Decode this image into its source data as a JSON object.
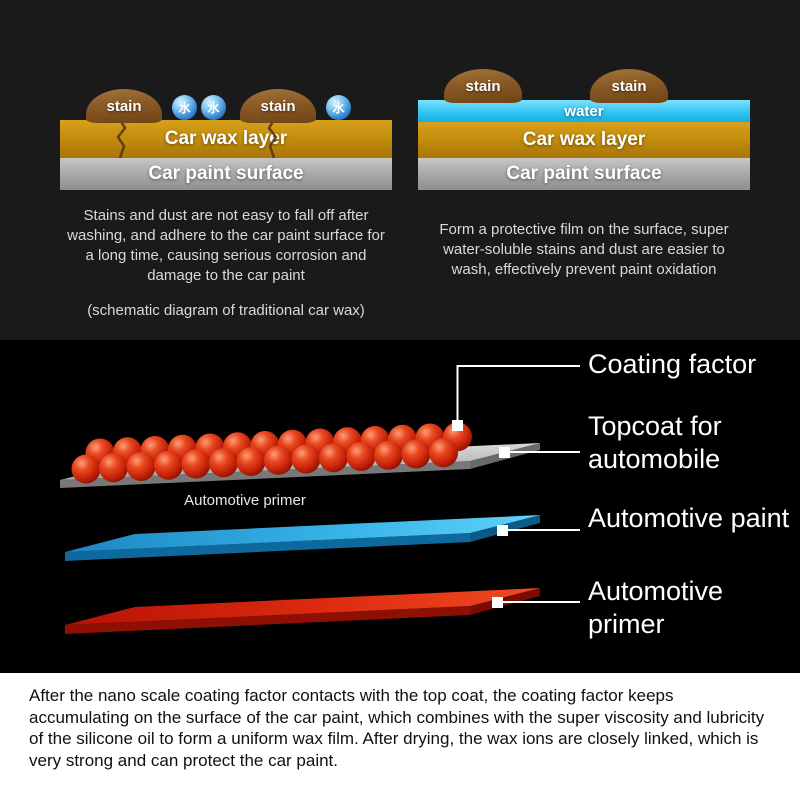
{
  "top": {
    "left_panel": {
      "stain_label": "stain",
      "water_glyph": "水",
      "wax_layer_label": "Car wax layer",
      "paint_surface_label": "Car paint surface",
      "caption": "Stains and dust are not easy to fall off after washing, and adhere to the car paint surface for a long time, causing serious corrosion and damage to the car paint",
      "subcaption": "(schematic diagram of traditional car wax)"
    },
    "right_panel": {
      "stain_label": "stain",
      "water_layer_label": "water",
      "wax_layer_label": "Car wax layer",
      "paint_surface_label": "Car paint surface",
      "caption": "Form a protective film on the surface, super water-soluble stains and dust are easier to wash, effectively prevent paint oxidation"
    }
  },
  "layers_diagram": {
    "primer_caption": "Automotive primer",
    "coating_factor_label": "Coating factor",
    "topcoat_label": "Topcoat for automobile",
    "paint_label": "Automotive paint",
    "primer_label": "Automotive primer"
  },
  "footer": {
    "paragraph": "After the nano scale coating factor contacts with the top coat, the coating factor keeps accumulating on the surface of the car paint, which combines with the super viscosity and lubricity of the silicone oil to form a uniform wax film. After drying, the wax ions are closely linked, which is very strong and can protect the car paint."
  },
  "colors": {
    "wax_gold": "#c08a0c",
    "paint_surface_gray": "#a6a6a6",
    "water_cyan": "#2cc2f0",
    "stain_brown": "#8a5a26",
    "coating_sphere_red": "#d42b10",
    "paint_layer_blue": "#2e9fd6",
    "primer_layer_red": "#d41a10",
    "background_dark": "#1a1a1a",
    "footer_background": "#ffffff"
  }
}
